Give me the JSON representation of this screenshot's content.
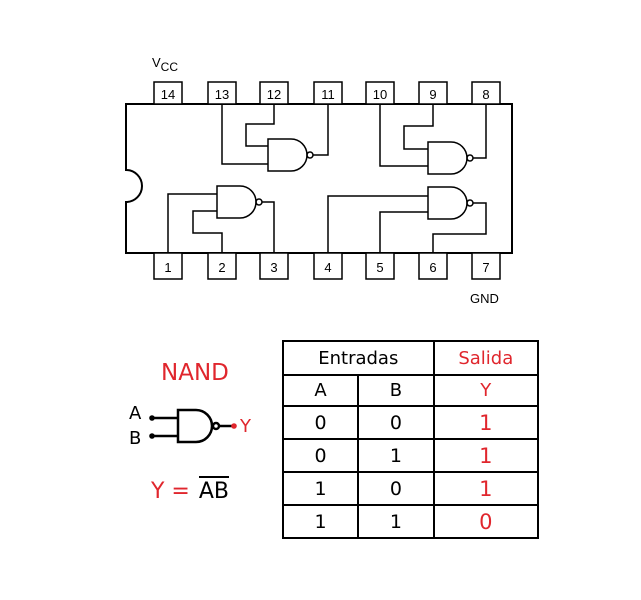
{
  "chip": {
    "vcc_main": "V",
    "vcc_sub": "CC",
    "gnd": "GND",
    "top_pins": [
      "14",
      "13",
      "12",
      "11",
      "10",
      "9",
      "8"
    ],
    "bottom_pins": [
      "1",
      "2",
      "3",
      "4",
      "5",
      "6",
      "7"
    ]
  },
  "legend": {
    "title": "NAND",
    "input_a": "A",
    "input_b": "B",
    "output": "Y",
    "equation_lhs": "Y =",
    "equation_rhs": "AB"
  },
  "truth_table": {
    "group_inputs": "Entradas",
    "group_output": "Salida",
    "col_a": "A",
    "col_b": "B",
    "col_y": "Y",
    "rows": [
      {
        "a": "0",
        "b": "0",
        "y": "1"
      },
      {
        "a": "0",
        "b": "1",
        "y": "1"
      },
      {
        "a": "1",
        "b": "0",
        "y": "1"
      },
      {
        "a": "1",
        "b": "1",
        "y": "0"
      }
    ]
  },
  "colors": {
    "accent": "#e0262d",
    "line": "#000000"
  }
}
